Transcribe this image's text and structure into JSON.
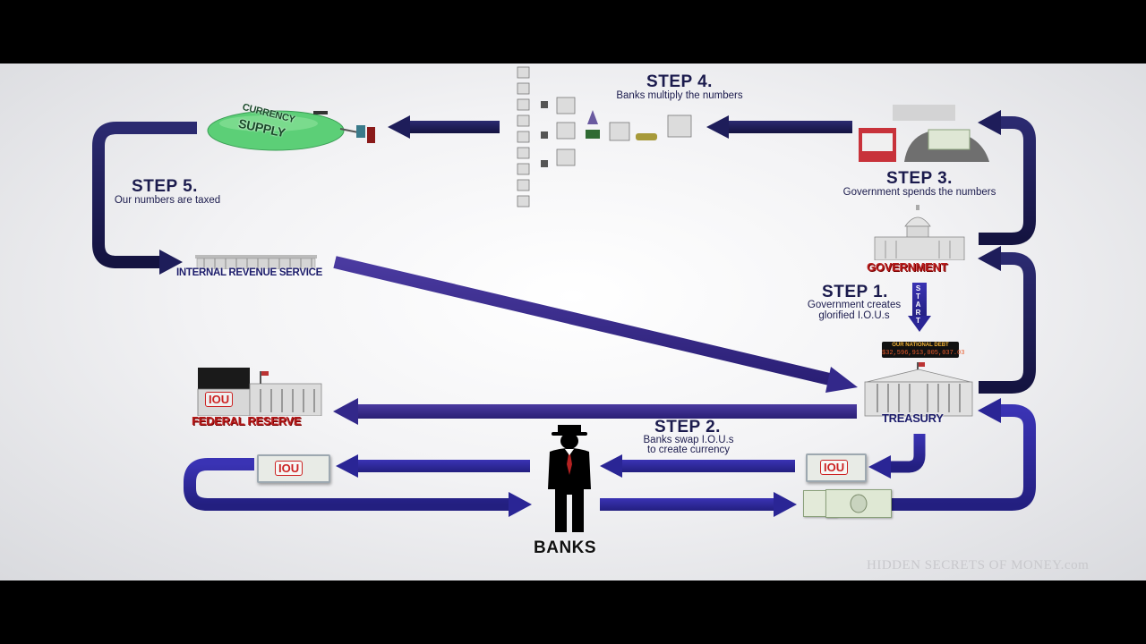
{
  "steps": {
    "step1": {
      "title": "STEP 1.",
      "desc_line1": "Government creates",
      "desc_line2": "glorified I.O.U.s"
    },
    "step2": {
      "title": "STEP 2.",
      "desc_line1": "Banks swap I.O.U.s",
      "desc_line2": "to create currency"
    },
    "step3": {
      "title": "STEP 3.",
      "desc": "Government spends the numbers"
    },
    "step4": {
      "title": "STEP 4.",
      "desc": "Banks multiply the numbers"
    },
    "step5": {
      "title": "STEP 5.",
      "desc": "Our numbers are taxed"
    }
  },
  "nodes": {
    "irs": "INTERNAL REVENUE SERVICE",
    "government": "GOVERNMENT",
    "treasury": "TREASURY",
    "federal_reserve": "FEDERAL RESERVE",
    "banks": "BANKS",
    "currency_supply_line1": "CURRENCY",
    "currency_supply_line2": "SUPPLY",
    "start": "START",
    "iou": "IOU"
  },
  "debt_clock": {
    "label": "OUR NATIONAL DEBT",
    "value": "$32,596,913,005,037.03"
  },
  "watermark": "HIDDEN SECRETS OF MONEY.com",
  "colors": {
    "arrow_navy": "#1e1a5e",
    "arrow_blue": "#2a2595",
    "arrow_purple": "#3a2a8a",
    "label_red": "#b81c1c",
    "text_navy": "#1b1b4d",
    "balloon_green": "#62d07a"
  }
}
